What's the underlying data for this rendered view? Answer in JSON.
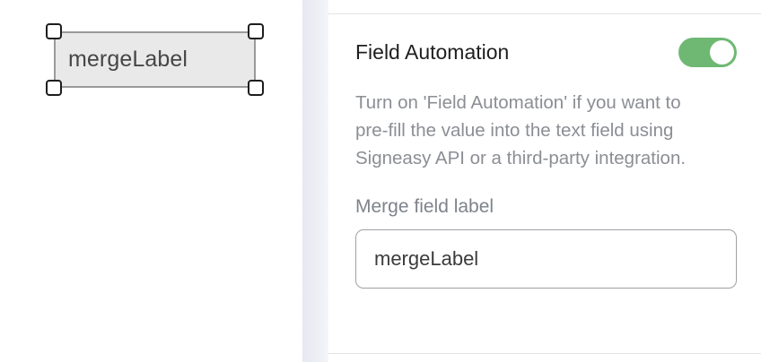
{
  "canvas": {
    "field": {
      "name": "merge-field",
      "text": "mergeLabel",
      "selected": true,
      "handles": [
        "top-left",
        "top-right",
        "bottom-left",
        "bottom-right"
      ],
      "fill_color": "#e9e9e9",
      "border_color": "#9a9a9a",
      "text_color": "#464646"
    }
  },
  "panel": {
    "header": {
      "title": "Field Automation",
      "toggle": {
        "state": "on",
        "on_color": "#6fb873",
        "knob_color": "#ffffff"
      }
    },
    "description": "Turn on 'Field Automation' if you want to pre-fill the value into the text field using Signeasy API or a third-party integration.",
    "merge_field": {
      "label": "Merge field label",
      "input_value": "mergeLabel",
      "input_placeholder": "Merge field label"
    }
  },
  "colors": {
    "accent_green": "#6fb873",
    "panel_background": "#ffffff",
    "gap_strip": "#e9ecf3",
    "divider": "#e3e3e5",
    "muted_text": "#8b8e93",
    "title_text": "#1f1f1f"
  }
}
